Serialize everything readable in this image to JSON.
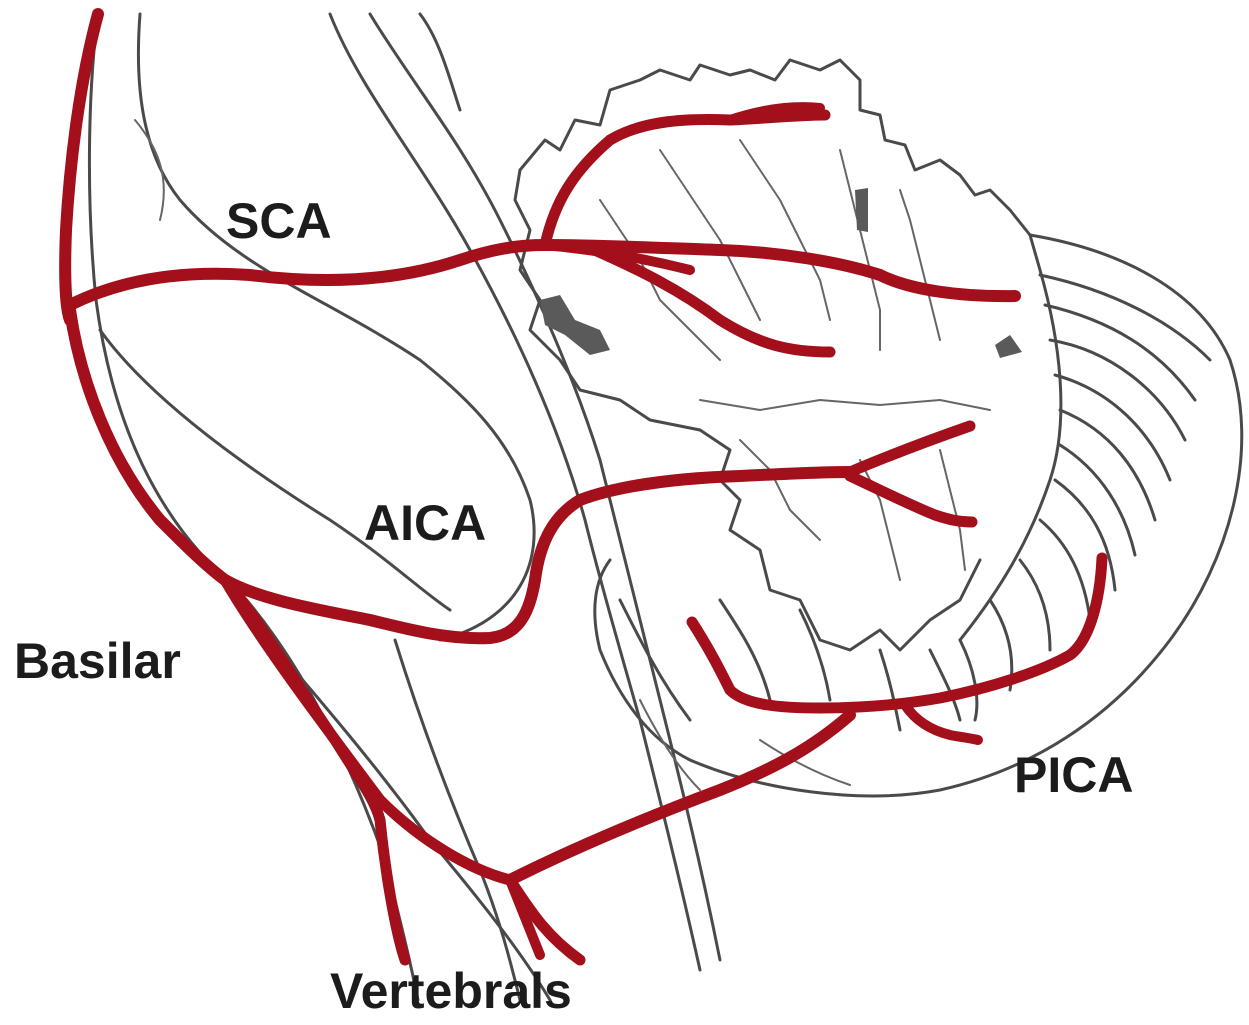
{
  "labels": {
    "sca": "SCA",
    "aica": "AICA",
    "basilar": "Basilar",
    "pica": "PICA",
    "vertebrals": "Vertebrals"
  },
  "colors": {
    "artery": "#a30f1a",
    "outline": "#4a4a4a",
    "label": "#1c1c1c",
    "background": "#ffffff"
  }
}
